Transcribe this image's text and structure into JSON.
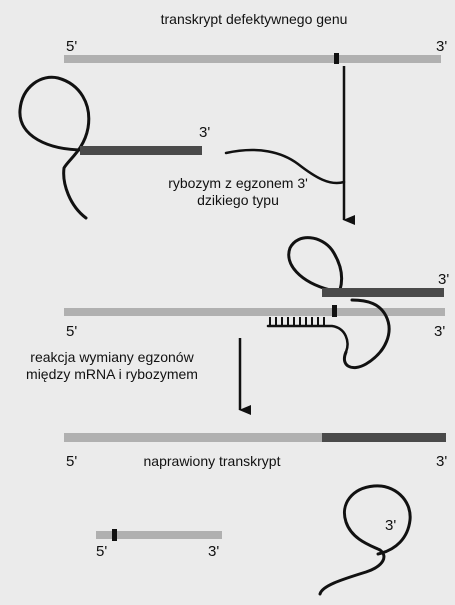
{
  "title": "transkrypt defektywnego genu",
  "ribozyme_label": [
    "rybozym z egzonem 3'",
    "dzikiego typu"
  ],
  "exchange_label": [
    "reakcja wymiany egzonów",
    "między mRNA i rybozymem"
  ],
  "repaired_label": "naprawiony transkrypt",
  "end_5": "5'",
  "end_3": "3'",
  "colors": {
    "background": "#ebebeb",
    "mrna_strand": "#b0b0b0",
    "wild_type_exon": "#4a4a4a",
    "mutation_mark": "#111111",
    "ribozyme_loop": "#111111"
  }
}
